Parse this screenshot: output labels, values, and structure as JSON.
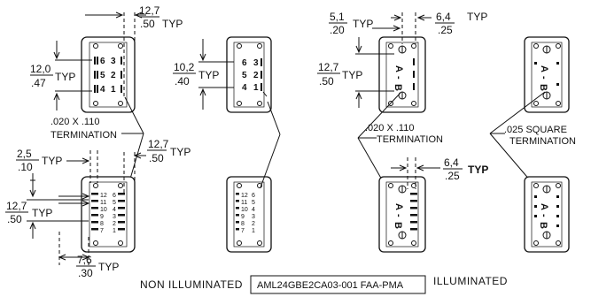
{
  "dimensions": {
    "top_pitch_mm": "12,7",
    "top_pitch_in": ".50",
    "top_pitch_suffix": "TYP",
    "row_spacing_mm": "12,0",
    "row_spacing_in": ".47",
    "row_spacing_suffix": "TYP",
    "row_spacing2_mm": "10,2",
    "row_spacing2_in": ".40",
    "row_spacing2_suffix": "TYP",
    "left_bottom_pitch_mm": "12,7",
    "left_bottom_pitch_in": ".50",
    "left_bottom_pitch_suffix": "TYP",
    "left_small_mm": "2,5",
    "left_small_in": ".10",
    "left_small_suffix": "TYP",
    "left_side_mm": "12,7",
    "left_side_in": ".50",
    "left_side_suffix": "TYP",
    "left_base_mm": "7,6",
    "left_base_in": ".30",
    "left_base_suffix": "TYP",
    "ill_top_mm": "5,1",
    "ill_top_in": ".20",
    "ill_top_suffix": "TYP",
    "ill_right_mm": "6,4",
    "ill_right_in": ".25",
    "ill_right_suffix": "TYP",
    "ill_side_mm": "12,7",
    "ill_side_in": ".50",
    "ill_side_suffix": "TYP",
    "ill_bottom_mm": "6,4",
    "ill_bottom_in": ".25",
    "ill_bottom_suffix": "TYP"
  },
  "terminations": {
    "t1_size": ".020 X .110",
    "t1_label": "TERMINATION",
    "t2_size": ".020 X .110",
    "t2_label": "TERMINATION",
    "t3_size": ".025 SQUARE",
    "t3_label": "TERMINATION"
  },
  "pins": {
    "p6": "6",
    "p5": "5",
    "p4": "4",
    "p3": "3",
    "p2": "2",
    "p1": "1",
    "a": "A",
    "b": "B",
    "dash": "-",
    "small_left": [
      "12",
      "11",
      "10",
      "9",
      "8",
      "7"
    ],
    "small_right": [
      "6",
      "5",
      "4",
      "3",
      "2",
      "1"
    ]
  },
  "captions": {
    "non_illuminated": "NON ILLUMINATED",
    "illuminated": "ILLUMINATED",
    "part_number": "AML24GBE2CA03-001  FAA-PMA"
  }
}
